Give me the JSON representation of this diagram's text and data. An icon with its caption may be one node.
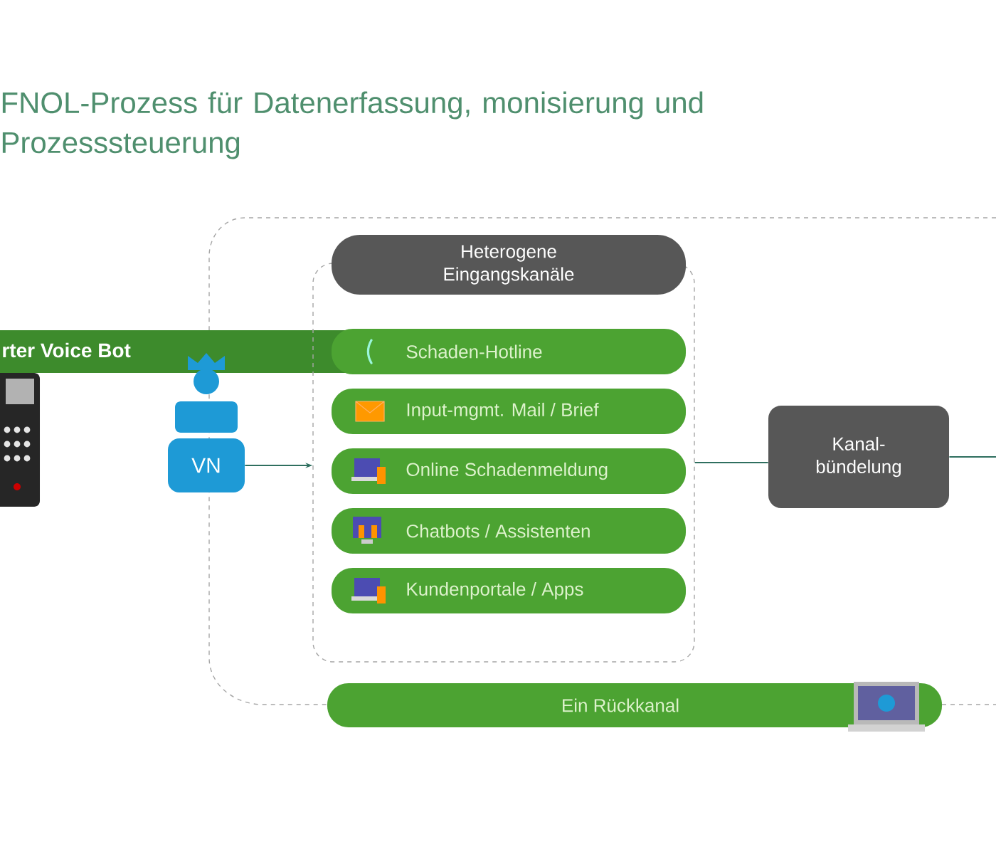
{
  "diagram": {
    "title": "FNOL-Prozess für Datenerfassung, monisierung und Prozesssteuerung",
    "nodes": [
      {
        "text": [
          "rter Voice Bot"
        ]
      },
      {
        "text": [],
        "shape": "picture"
      },
      {
        "text": [
          "VN"
        ]
      },
      {
        "text": [],
        "shape": "box"
      },
      {
        "text": [
          "Heterogene Eingangskanäle"
        ]
      },
      {
        "text": [
          "Schaden-Hotline"
        ],
        "in": 3
      },
      {
        "text": [
          "Input-mgmt. Mail / Brief"
        ],
        "in": 3
      },
      {
        "text": [
          "Online Schadenmeldung"
        ],
        "in": 3
      },
      {
        "text": [
          "Chatbots / Assistenten"
        ],
        "in": 3
      },
      {
        "text": [
          "Kundenportale / Apps"
        ],
        "in": 3
      },
      {
        "text": [
          "Kanal- bündelung"
        ]
      },
      {
        "text": [
          "Ein Rückkanal"
        ]
      }
    ],
    "edges": [
      {
        "from": 2,
        "to": 3,
        "arrow": "to"
      },
      {
        "from": 3,
        "to": 10,
        "arrow": "none"
      },
      {
        "from": 10,
        "to": null,
        "arrow": "none"
      }
    ]
  }
}
